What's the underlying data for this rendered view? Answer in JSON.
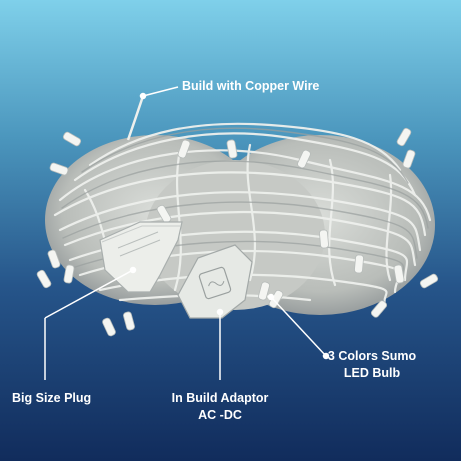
{
  "colors": {
    "background_top": "#7fd0ea",
    "background_bottom": "#112c5c",
    "wire": "#e9ebe8",
    "text": "#ffffff"
  },
  "callouts": {
    "copper_wire": "Build with Copper Wire",
    "led_bulb": {
      "line1": "3 Colors Sumo",
      "line2": "LED Bulb"
    },
    "plug": "Big Size Plug",
    "adaptor": {
      "line1": "In Build Adaptor",
      "line2": "AC -DC"
    }
  }
}
